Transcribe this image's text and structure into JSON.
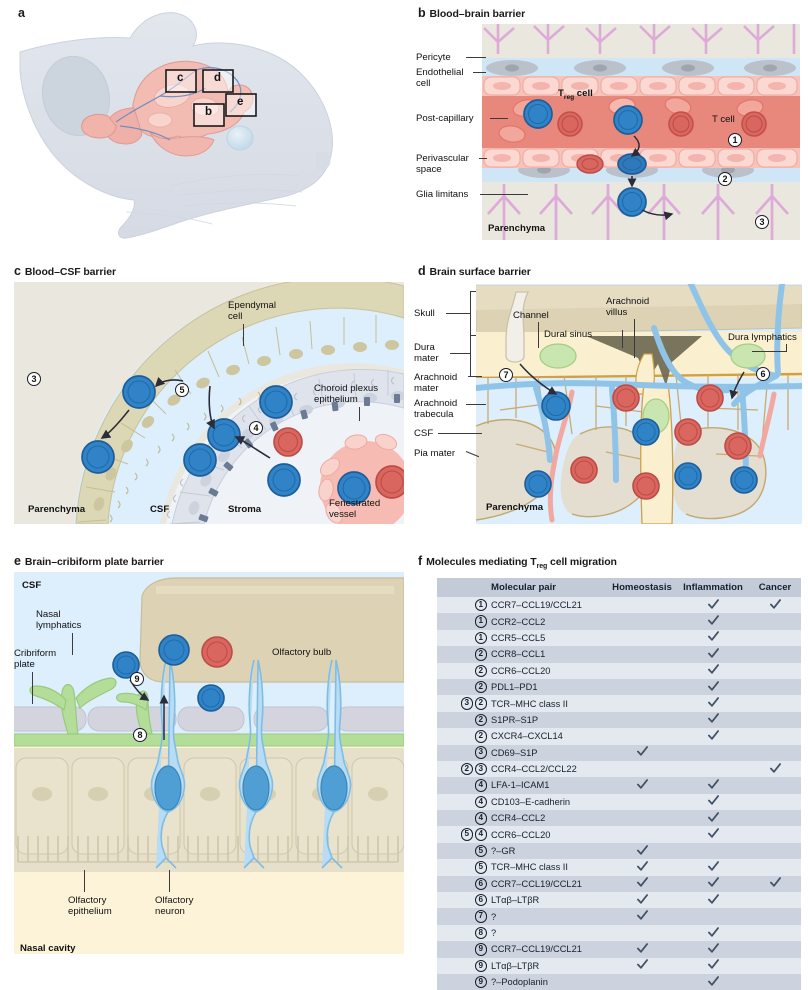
{
  "figure": {
    "panels": [
      {
        "letter": "a",
        "title": ""
      },
      {
        "letter": "b",
        "title": "Blood–brain barrier"
      },
      {
        "letter": "c",
        "title": "Blood–CSF barrier"
      },
      {
        "letter": "d",
        "title": "Brain surface barrier"
      },
      {
        "letter": "e",
        "title": "Brain–cribiform plate barrier"
      },
      {
        "letter": "f",
        "title": "Molecules mediating T_reg cell migration"
      }
    ]
  },
  "panel_a": {
    "letter": "a",
    "callout_boxes": [
      "c",
      "d",
      "e",
      "b"
    ]
  },
  "panel_b": {
    "letter": "b",
    "title_pre": "Blood–brain barrier",
    "labels": {
      "pericyte": "Pericyte",
      "endothelial_cell": "Endothelial\ncell",
      "endothelial_line1": "Endothelial",
      "endothelial_line2": "cell",
      "post_capillary": "Post-capillary",
      "perivascular_line1": "Perivascular",
      "perivascular_line2": "space",
      "glia_limitans": "Glia limitans",
      "parenchyma": "Parenchyma",
      "treg_cell_pre": "T",
      "treg_cell_sub": "reg",
      "treg_cell_post": " cell",
      "t_cell": "T cell"
    },
    "steps": [
      "1",
      "2",
      "3"
    ]
  },
  "panel_c": {
    "letter": "c",
    "title": "Blood–CSF barrier",
    "labels": {
      "ependymal_line1": "Ependymal",
      "ependymal_line2": "cell",
      "choroid_line1": "Choroid plexus",
      "choroid_line2": "epithelium",
      "parenchyma": "Parenchyma",
      "csf": "CSF",
      "stroma": "Stroma",
      "fenestrated_line1": "Fenestrated",
      "fenestrated_line2": "vessel"
    },
    "steps": [
      "3",
      "4",
      "5"
    ]
  },
  "panel_d": {
    "letter": "d",
    "title": "Brain surface barrier",
    "labels": {
      "skull": "Skull",
      "dura_line1": "Dura",
      "dura_line2": "mater",
      "arachnoid_mater_line1": "Arachnoid",
      "arachnoid_mater_line2": "mater",
      "arachnoid_trab_line1": "Arachnoid",
      "arachnoid_trab_line2": "trabecula",
      "csf": "CSF",
      "pia_mater": "Pia mater",
      "channel": "Channel",
      "arachnoid_villus_line1": "Arachnoid",
      "arachnoid_villus_line2": "villus",
      "dural_sinus": "Dural sinus",
      "dura_lymphatics": "Dura lymphatics",
      "parenchyma": "Parenchyma"
    },
    "steps": [
      "6",
      "7"
    ]
  },
  "panel_e": {
    "letter": "e",
    "title": "Brain–cribiform plate barrier",
    "labels": {
      "csf": "CSF",
      "nasal_lymph_line1": "Nasal",
      "nasal_lymph_line2": "lymphatics",
      "cribriform_line1": "Cribriform",
      "cribriform_line2": "plate",
      "olfactory_bulb": "Olfactory bulb",
      "olfactory_epi_line1": "Olfactory",
      "olfactory_epi_line2": "epithelium",
      "olfactory_neuron_line1": "Olfactory",
      "olfactory_neuron_line2": "neuron",
      "nasal_cavity": "Nasal cavity"
    },
    "steps": [
      "8",
      "9"
    ]
  },
  "panel_f": {
    "letter": "f",
    "title_pre": "Molecules mediating T",
    "title_sub": "reg",
    "title_post": " cell migration",
    "columns": [
      "",
      "Molecular pair",
      "Homeostasis",
      "Inflammation",
      "Cancer"
    ],
    "rows": [
      {
        "nums": [
          "1"
        ],
        "pair": "CCR7–CCL19/CCL21",
        "homeostasis": false,
        "inflammation": true,
        "cancer": true
      },
      {
        "nums": [
          "1"
        ],
        "pair": "CCR2–CCL2",
        "homeostasis": false,
        "inflammation": true,
        "cancer": false
      },
      {
        "nums": [
          "1"
        ],
        "pair": "CCR5–CCL5",
        "homeostasis": false,
        "inflammation": true,
        "cancer": false
      },
      {
        "nums": [
          "2"
        ],
        "pair": "CCR8–CCL1",
        "homeostasis": false,
        "inflammation": true,
        "cancer": false
      },
      {
        "nums": [
          "2"
        ],
        "pair": "CCR6–CCL20",
        "homeostasis": false,
        "inflammation": true,
        "cancer": false
      },
      {
        "nums": [
          "2"
        ],
        "pair": "PDL1–PD1",
        "homeostasis": false,
        "inflammation": true,
        "cancer": false
      },
      {
        "nums": [
          "3",
          "2"
        ],
        "pair": "TCR–MHC class II",
        "homeostasis": false,
        "inflammation": true,
        "cancer": false
      },
      {
        "nums": [
          "2"
        ],
        "pair": "S1PR–S1P",
        "homeostasis": false,
        "inflammation": true,
        "cancer": false
      },
      {
        "nums": [
          "2"
        ],
        "pair": "CXCR4–CXCL14",
        "homeostasis": false,
        "inflammation": true,
        "cancer": false
      },
      {
        "nums": [
          "3"
        ],
        "pair": "CD69–S1P",
        "homeostasis": true,
        "inflammation": false,
        "cancer": false
      },
      {
        "nums": [
          "2",
          "3"
        ],
        "pair": "CCR4–CCL2/CCL22",
        "homeostasis": false,
        "inflammation": false,
        "cancer": true
      },
      {
        "nums": [
          "4"
        ],
        "pair": "LFA-1–ICAM1",
        "homeostasis": true,
        "inflammation": true,
        "cancer": false
      },
      {
        "nums": [
          "4"
        ],
        "pair": "CD103–E-cadherin",
        "homeostasis": false,
        "inflammation": true,
        "cancer": false
      },
      {
        "nums": [
          "4"
        ],
        "pair": "CCR4–CCL2",
        "homeostasis": false,
        "inflammation": true,
        "cancer": false
      },
      {
        "nums": [
          "5",
          "4"
        ],
        "pair": "CCR6–CCL20",
        "homeostasis": false,
        "inflammation": true,
        "cancer": false
      },
      {
        "nums": [
          "5"
        ],
        "pair": "?–GR",
        "homeostasis": true,
        "inflammation": false,
        "cancer": false
      },
      {
        "nums": [
          "5"
        ],
        "pair": "TCR–MHC class II",
        "homeostasis": true,
        "inflammation": true,
        "cancer": false
      },
      {
        "nums": [
          "6"
        ],
        "pair": "CCR7–CCL19/CCL21",
        "homeostasis": true,
        "inflammation": true,
        "cancer": true
      },
      {
        "nums": [
          "6"
        ],
        "pair": "LTαβ–LTβR",
        "homeostasis": true,
        "inflammation": true,
        "cancer": false
      },
      {
        "nums": [
          "7"
        ],
        "pair": "?",
        "homeostasis": true,
        "inflammation": false,
        "cancer": false
      },
      {
        "nums": [
          "8"
        ],
        "pair": "?",
        "homeostasis": false,
        "inflammation": true,
        "cancer": false
      },
      {
        "nums": [
          "9"
        ],
        "pair": "CCR7–CCL19/CCL21",
        "homeostasis": true,
        "inflammation": true,
        "cancer": false
      },
      {
        "nums": [
          "9"
        ],
        "pair": "LTαβ–LTβR",
        "homeostasis": true,
        "inflammation": true,
        "cancer": false
      },
      {
        "nums": [
          "9"
        ],
        "pair": "?–Podoplanin",
        "homeostasis": false,
        "inflammation": true,
        "cancer": false
      }
    ]
  },
  "colors": {
    "header_bg": "#c3cbd8",
    "row_odd": "#e4e8ef",
    "row_even": "#ccd3de",
    "tick": "#415166",
    "treg_blue": "#2f7fc4",
    "t_cell_red": "#d85c5c",
    "parenchyma": "#e9e7dd",
    "csf_blue": "#d9ecfa",
    "vessel_pink": "#e8a39e",
    "dura_cream": "#f7edd0",
    "lymph_green": "#bfe0a8"
  }
}
